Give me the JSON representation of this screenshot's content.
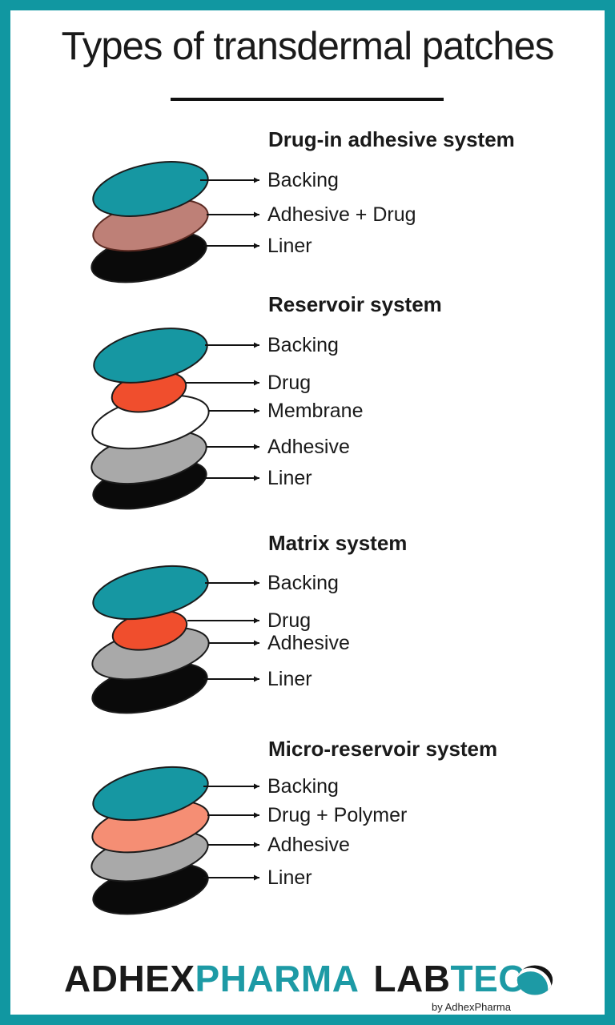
{
  "title": "Types of transdermal patches",
  "colors": {
    "frame": "#1197A1",
    "teal": "#1697A2",
    "rose": "#BE8077",
    "orange": "#F04E2D",
    "white": "#FFFFFF",
    "gray": "#A9A9A9",
    "salmon": "#F58E74",
    "black": "#0A0A0A",
    "brand_teal": "#1D9AA5"
  },
  "sections": [
    {
      "title": "Drug-in adhesive system",
      "layers": [
        {
          "label": "Backing",
          "color": "#1697A2"
        },
        {
          "label": "Adhesive + Drug",
          "color": "#BE8077"
        },
        {
          "label": "Liner",
          "color": "#0A0A0A"
        }
      ]
    },
    {
      "title": "Reservoir system",
      "layers": [
        {
          "label": "Backing",
          "color": "#1697A2"
        },
        {
          "label": "Drug",
          "color": "#F04E2D"
        },
        {
          "label": "Membrane",
          "color": "#FFFFFF"
        },
        {
          "label": "Adhesive",
          "color": "#A9A9A9"
        },
        {
          "label": "Liner",
          "color": "#0A0A0A"
        }
      ]
    },
    {
      "title": "Matrix system",
      "layers": [
        {
          "label": "Backing",
          "color": "#1697A2"
        },
        {
          "label": "Drug",
          "color": "#F04E2D"
        },
        {
          "label": "Adhesive",
          "color": "#A9A9A9"
        },
        {
          "label": "Liner",
          "color": "#0A0A0A"
        }
      ]
    },
    {
      "title": "Micro-reservoir system",
      "layers": [
        {
          "label": "Backing",
          "color": "#1697A2"
        },
        {
          "label": "Drug + Polymer",
          "color": "#F58E74"
        },
        {
          "label": "Adhesive",
          "color": "#A9A9A9"
        },
        {
          "label": "Liner",
          "color": "#0A0A0A"
        }
      ]
    }
  ],
  "footer": {
    "brand_part1_black": "ADHEX",
    "brand_part1_teal": "PHARMA",
    "brand_part2_black": "LAB",
    "brand_part2_teal": "TEC",
    "byline": "by AdhexPharma"
  }
}
